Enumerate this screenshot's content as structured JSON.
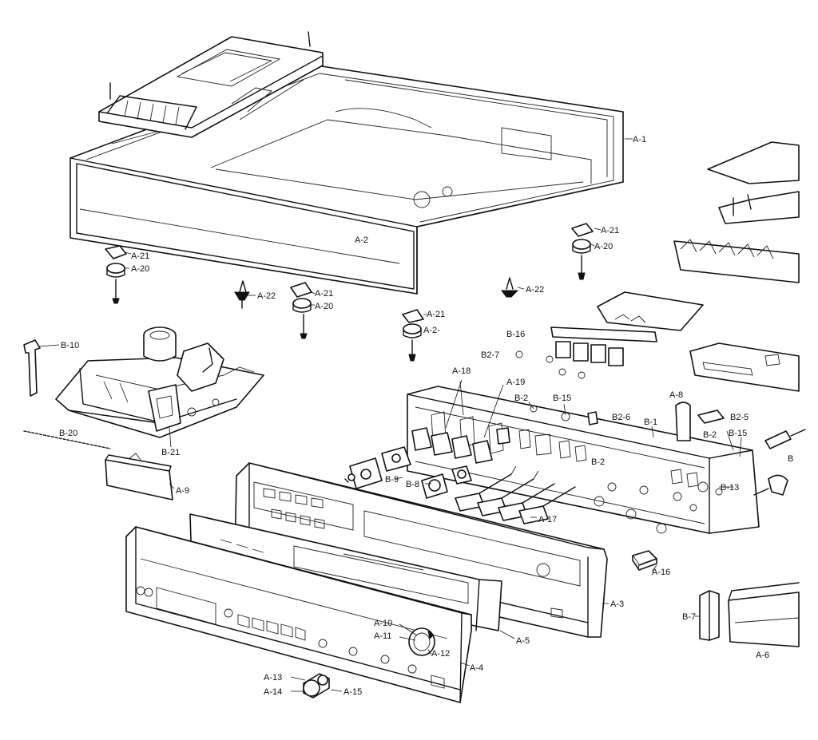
{
  "callouts": [
    {
      "id": "A-1"
    },
    {
      "id": "A-2"
    },
    {
      "id": "A-21"
    },
    {
      "id": "A-20"
    },
    {
      "id": "A-21"
    },
    {
      "id": "A-20"
    },
    {
      "id": "A-22"
    },
    {
      "id": "A-21"
    },
    {
      "id": "A-20"
    },
    {
      "id": "A-22"
    },
    {
      "id": "A-21"
    },
    {
      "id": "A-2-"
    },
    {
      "id": "B-10"
    },
    {
      "id": "B-20"
    },
    {
      "id": "B-21"
    },
    {
      "id": "A-9"
    },
    {
      "id": "B-16"
    },
    {
      "id": "B2-7"
    },
    {
      "id": "A-18"
    },
    {
      "id": "A-19"
    },
    {
      "id": "B-2"
    },
    {
      "id": "B-15"
    },
    {
      "id": "A-8"
    },
    {
      "id": "B2-6"
    },
    {
      "id": "B-1"
    },
    {
      "id": "B2-5"
    },
    {
      "id": "B-2"
    },
    {
      "id": "B-15"
    },
    {
      "id": "B"
    },
    {
      "id": "B-2"
    },
    {
      "id": "B-9"
    },
    {
      "id": "B-8"
    },
    {
      "id": "B-13"
    },
    {
      "id": "A-17"
    },
    {
      "id": "A-16"
    },
    {
      "id": "A-3"
    },
    {
      "id": "A-10"
    },
    {
      "id": "A-11"
    },
    {
      "id": "A-12"
    },
    {
      "id": "A-5"
    },
    {
      "id": "A-4"
    },
    {
      "id": "B-7"
    },
    {
      "id": "A-6"
    },
    {
      "id": "A-13"
    },
    {
      "id": "A-14"
    },
    {
      "id": "A-15"
    }
  ]
}
